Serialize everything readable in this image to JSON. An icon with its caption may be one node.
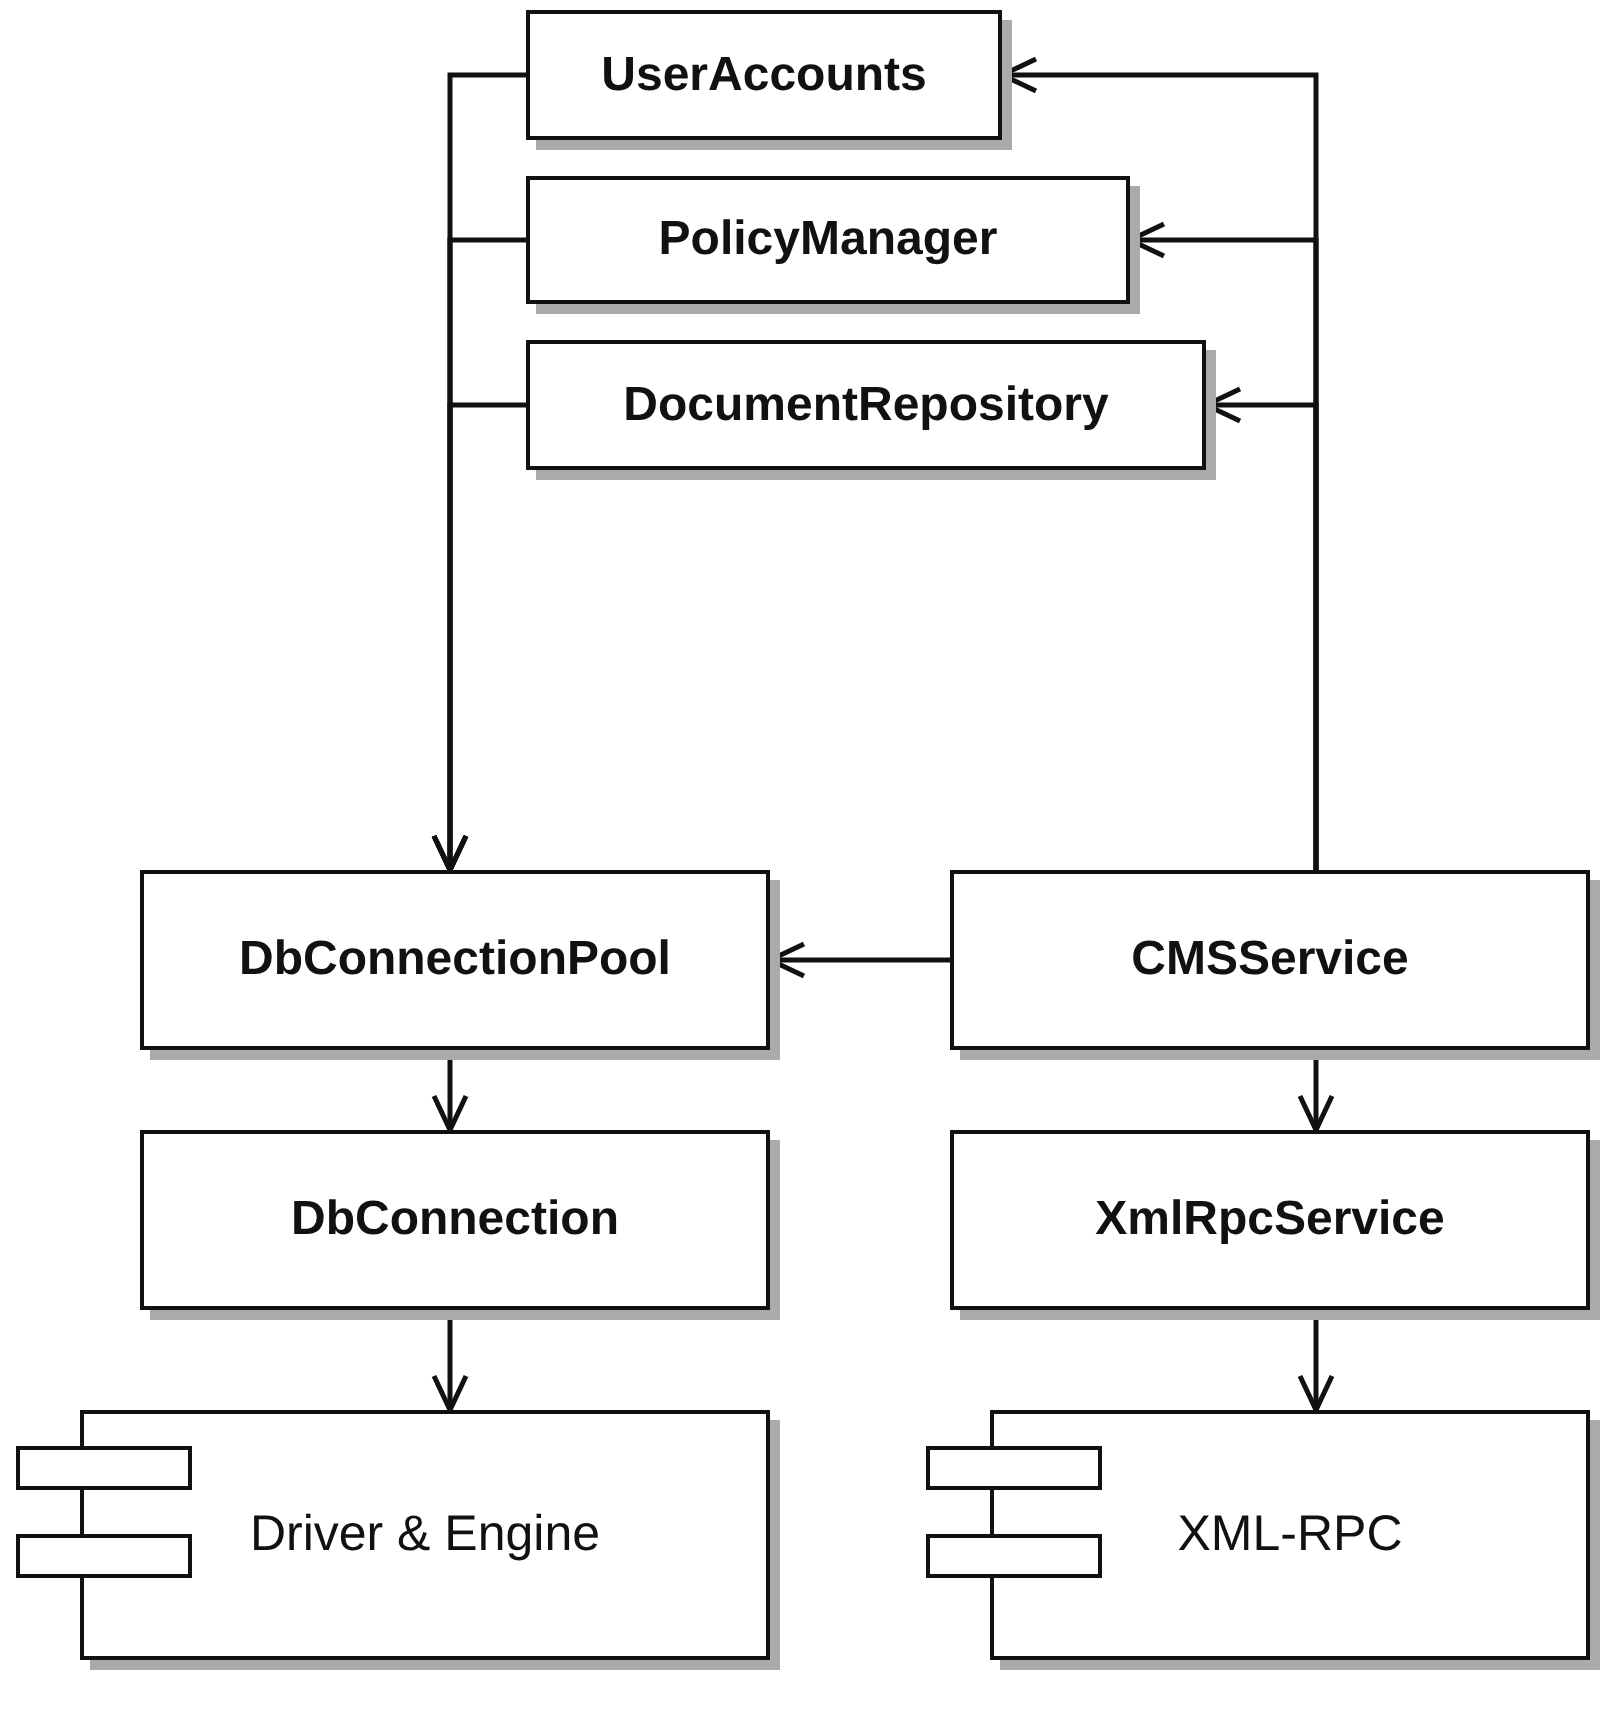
{
  "diagram": {
    "nodes": [
      {
        "text": [
          "UserAccounts"
        ]
      },
      {
        "text": [
          "PolicyManager"
        ]
      },
      {
        "text": [
          "DocumentRepository"
        ]
      },
      {
        "text": [
          "DbConnectionPool"
        ]
      },
      {
        "text": [
          "CMSService"
        ]
      },
      {
        "text": [
          "DbConnection"
        ]
      },
      {
        "text": [
          "XmlRpcService"
        ]
      },
      {
        "text": [
          "Driver & Engine"
        ]
      },
      {
        "text": [
          "XML-RPC"
        ]
      }
    ],
    "edges": [
      {
        "from": 0,
        "to": 3,
        "arrow": "to"
      },
      {
        "from": 1,
        "to": 3,
        "arrow": "to"
      },
      {
        "from": 2,
        "to": 3,
        "arrow": "to"
      },
      {
        "from": 4,
        "to": 0,
        "arrow": "to"
      },
      {
        "from": 4,
        "to": 1,
        "arrow": "to"
      },
      {
        "from": 4,
        "to": 2,
        "arrow": "to"
      },
      {
        "from": 4,
        "to": 3,
        "arrow": "to"
      },
      {
        "from": 3,
        "to": 5,
        "arrow": "to"
      },
      {
        "from": 4,
        "to": 6,
        "arrow": "to"
      },
      {
        "from": 5,
        "to": 7,
        "arrow": "to"
      },
      {
        "from": 6,
        "to": 8,
        "arrow": "to"
      }
    ]
  }
}
